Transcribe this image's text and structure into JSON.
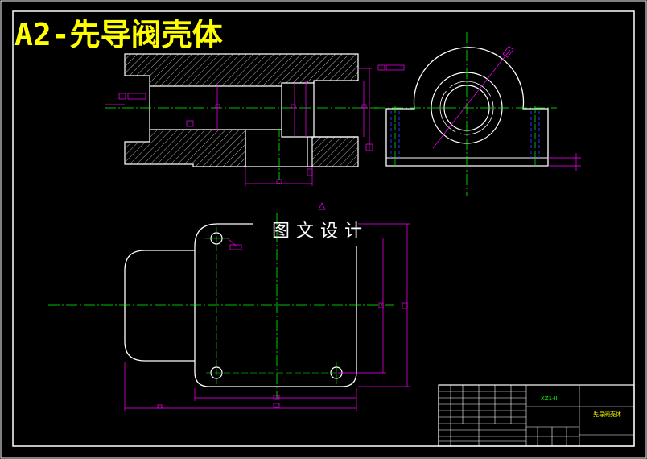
{
  "drawing": {
    "title": "A2-先导阀壳体",
    "watermark": "图文设计"
  },
  "title_block": {
    "drawing_number": "XZ1-II",
    "part_name": "先导阀壳体"
  },
  "colors": {
    "background": "#000000",
    "outline": "#ffffff",
    "centerline": "#00ff00",
    "dimension": "#ff00ff",
    "hidden": "#3030ff",
    "title": "#ffff00"
  }
}
